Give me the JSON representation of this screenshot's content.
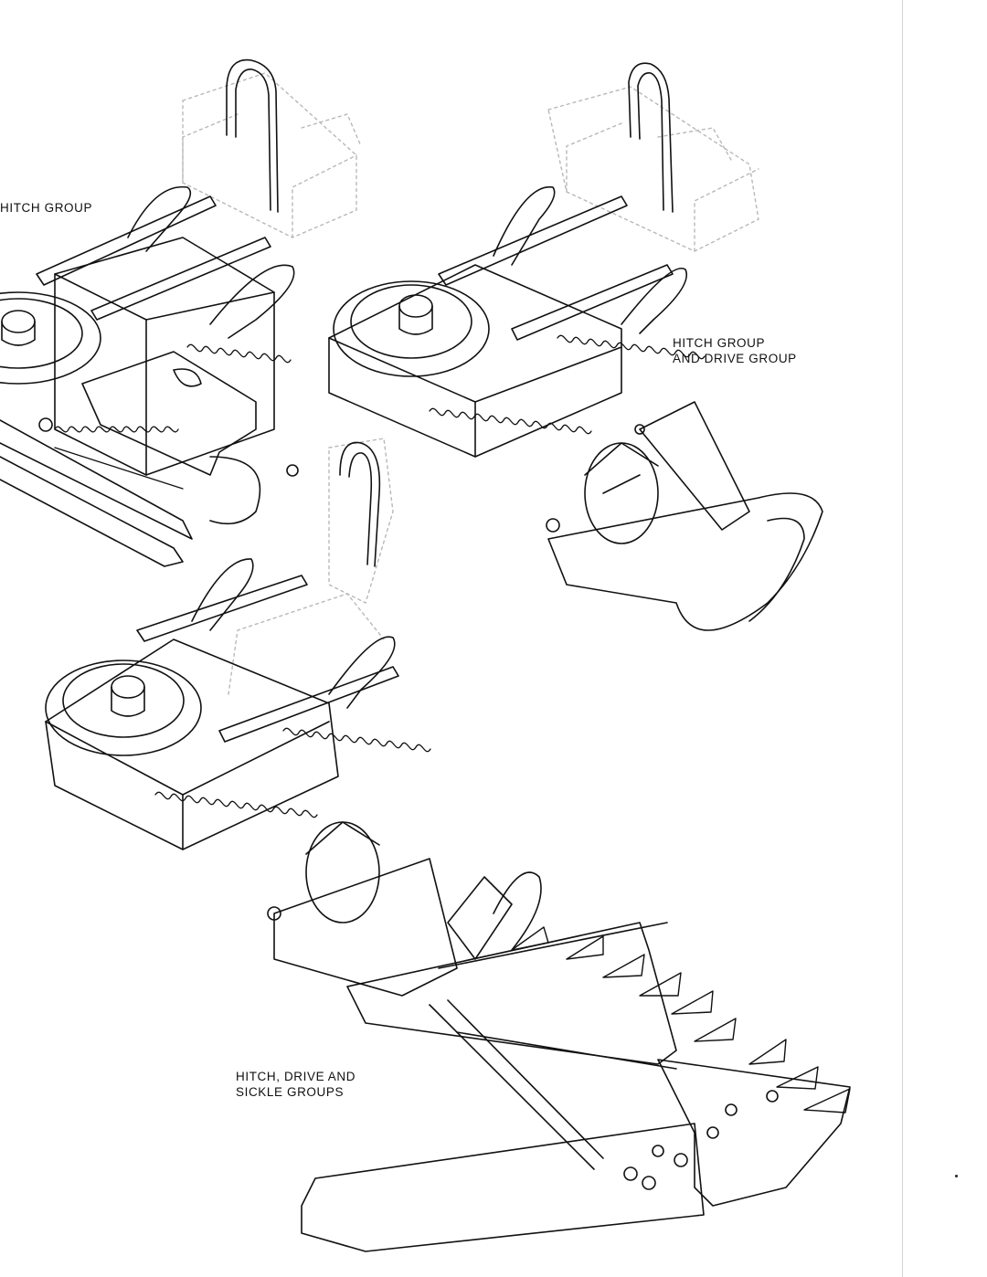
{
  "figures": {
    "hitch_group": {
      "label": "HITCH GROUP"
    },
    "hitch_drive_group": {
      "label_lines": [
        "HITCH GROUP",
        "AND DRIVE GROUP"
      ]
    },
    "hitch_drive_sickle_groups": {
      "label_lines": [
        "HITCH, DRIVE AND",
        "SICKLE GROUPS"
      ]
    }
  },
  "colors": {
    "ink": "#111111",
    "ghost": "#b8b8b8",
    "rule": "#d4d4d4",
    "paper": "#ffffff"
  }
}
